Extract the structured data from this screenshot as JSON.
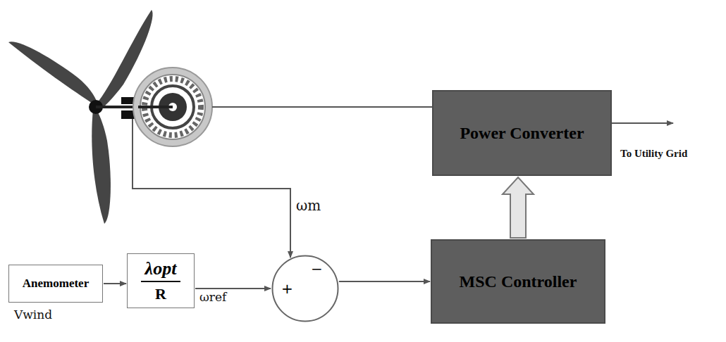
{
  "diagram": {
    "nodes": [
      {
        "text": [
          "Power Converter"
        ]
      },
      {
        "text": [
          "MSC Controller"
        ]
      },
      {
        "text": [
          "Anemometer"
        ]
      },
      {
        "text": [
          "λopt",
          "R"
        ]
      },
      {
        "text": [
          "+",
          "−"
        ]
      }
    ],
    "edges": [
      {
        "from": 2,
        "to": 3,
        "arrow": "to"
      },
      {
        "from": 3,
        "to": 4,
        "arrow": "to"
      },
      {
        "from": 4,
        "to": 1,
        "arrow": "to"
      },
      {
        "from": 1,
        "to": 0,
        "arrow": "to"
      }
    ],
    "labels": [
      "To Utility Grid",
      "ωm",
      "Vwind",
      "ωref"
    ]
  }
}
